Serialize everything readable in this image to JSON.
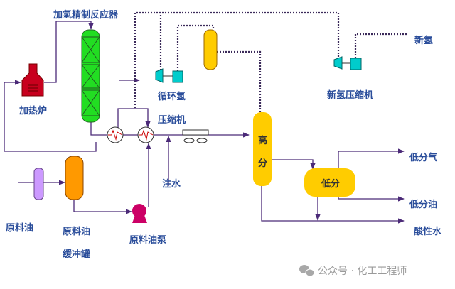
{
  "labels": {
    "reactor": "加氢精制反应器",
    "furnace": "加热炉",
    "recycle_h2": "循环氢",
    "compressor": "压缩机",
    "fresh_h2": "新氢",
    "fresh_h2_compressor": "新氢压缩机",
    "hp_separator_1": "高",
    "hp_separator_2": "分",
    "lp_separator": "低分",
    "lp_gas": "低分气",
    "lp_oil": "低分油",
    "sour_water": "酸性水",
    "water_injection": "注水",
    "feed_oil": "原料油",
    "feed_buffer_1": "原料油",
    "feed_buffer_2": "缓冲罐",
    "feed_pump": "原料油泵"
  },
  "watermark": "公众号 · 化工工程师",
  "colors": {
    "reactor": "#22dd22",
    "furnace": "#c8001e",
    "separator": "#ffcc00",
    "buffer_tank": "#ff9900",
    "filter": "#cc99ff",
    "pump": "#cc0066",
    "compressor": "#00cccc",
    "line": "#4b2a78",
    "label": "#2b4e9b"
  }
}
